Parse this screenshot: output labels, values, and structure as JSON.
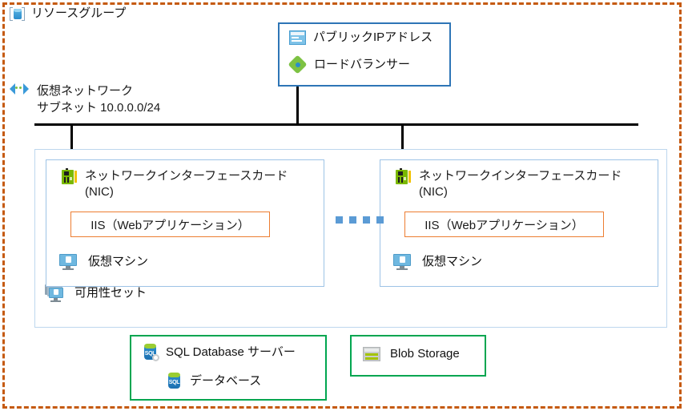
{
  "diagram": {
    "resource_group": {
      "label": "リソースグループ",
      "icon": "resource-group-icon",
      "border_color": "#c55a11"
    },
    "virtual_network": {
      "icon": "vnet-icon",
      "line1": "仮想ネットワーク",
      "line2": "サブネット 10.0.0.0/24"
    },
    "frontend": {
      "border_color": "#2e75b6",
      "public_ip": {
        "icon": "public-ip-icon",
        "label": "パブリックIPアドレス"
      },
      "load_balancer": {
        "icon": "load-balancer-icon",
        "label": "ロードバランサー"
      }
    },
    "availability_set": {
      "icon": "availability-set-icon",
      "label": "可用性セット",
      "border_color": "#bdd7ee"
    },
    "virtual_machines": [
      {
        "nic": {
          "icon": "nic-icon",
          "line1": "ネットワークインターフェースカード",
          "line2": "(NIC)"
        },
        "app": {
          "label": "IIS（Webアプリケーション）",
          "border_color": "#ed7d31"
        },
        "vm": {
          "icon": "virtual-machine-icon",
          "label": "仮想マシン"
        }
      },
      {
        "nic": {
          "icon": "nic-icon",
          "line1": "ネットワークインターフェースカード",
          "line2": "(NIC)"
        },
        "app": {
          "label": "IIS（Webアプリケーション）",
          "border_color": "#ed7d31"
        },
        "vm": {
          "icon": "virtual-machine-icon",
          "label": "仮想マシン"
        }
      }
    ],
    "separator": {
      "name": "vm-scale-ellipsis",
      "dot_count": 4,
      "color": "#5b9bd5"
    },
    "sql": {
      "border_color": "#00a650",
      "server": {
        "icon": "sql-server-icon",
        "icon_text": "SQL",
        "label": "SQL Database サーバー"
      },
      "database": {
        "icon": "sql-database-icon",
        "icon_text": "SQL",
        "label": "データベース"
      }
    },
    "blob_storage": {
      "border_color": "#00a650",
      "icon": "blob-storage-icon",
      "label": "Blob Storage"
    }
  }
}
